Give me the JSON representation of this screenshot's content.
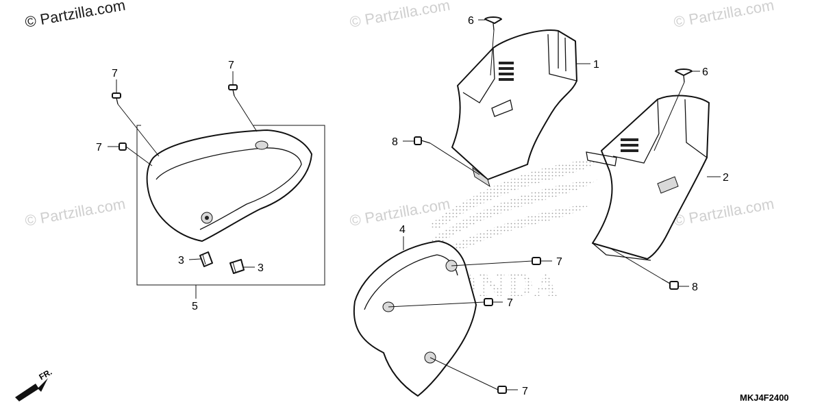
{
  "watermarks": {
    "top_left": "© Partzilla.com",
    "repeat": "© Partzilla.com"
  },
  "brand_text": "HONDA",
  "diagram_code": "MKJ4F2400",
  "front_indicator": "FR.",
  "callouts": {
    "c1": "1",
    "c2": "2",
    "c3a": "3",
    "c3b": "3",
    "c4": "4",
    "c5": "5",
    "c6a": "6",
    "c6b": "6",
    "c7a": "7",
    "c7b": "7",
    "c7c": "7",
    "c7d": "7",
    "c7e": "7",
    "c7f": "7",
    "c8a": "8",
    "c8b": "8"
  }
}
